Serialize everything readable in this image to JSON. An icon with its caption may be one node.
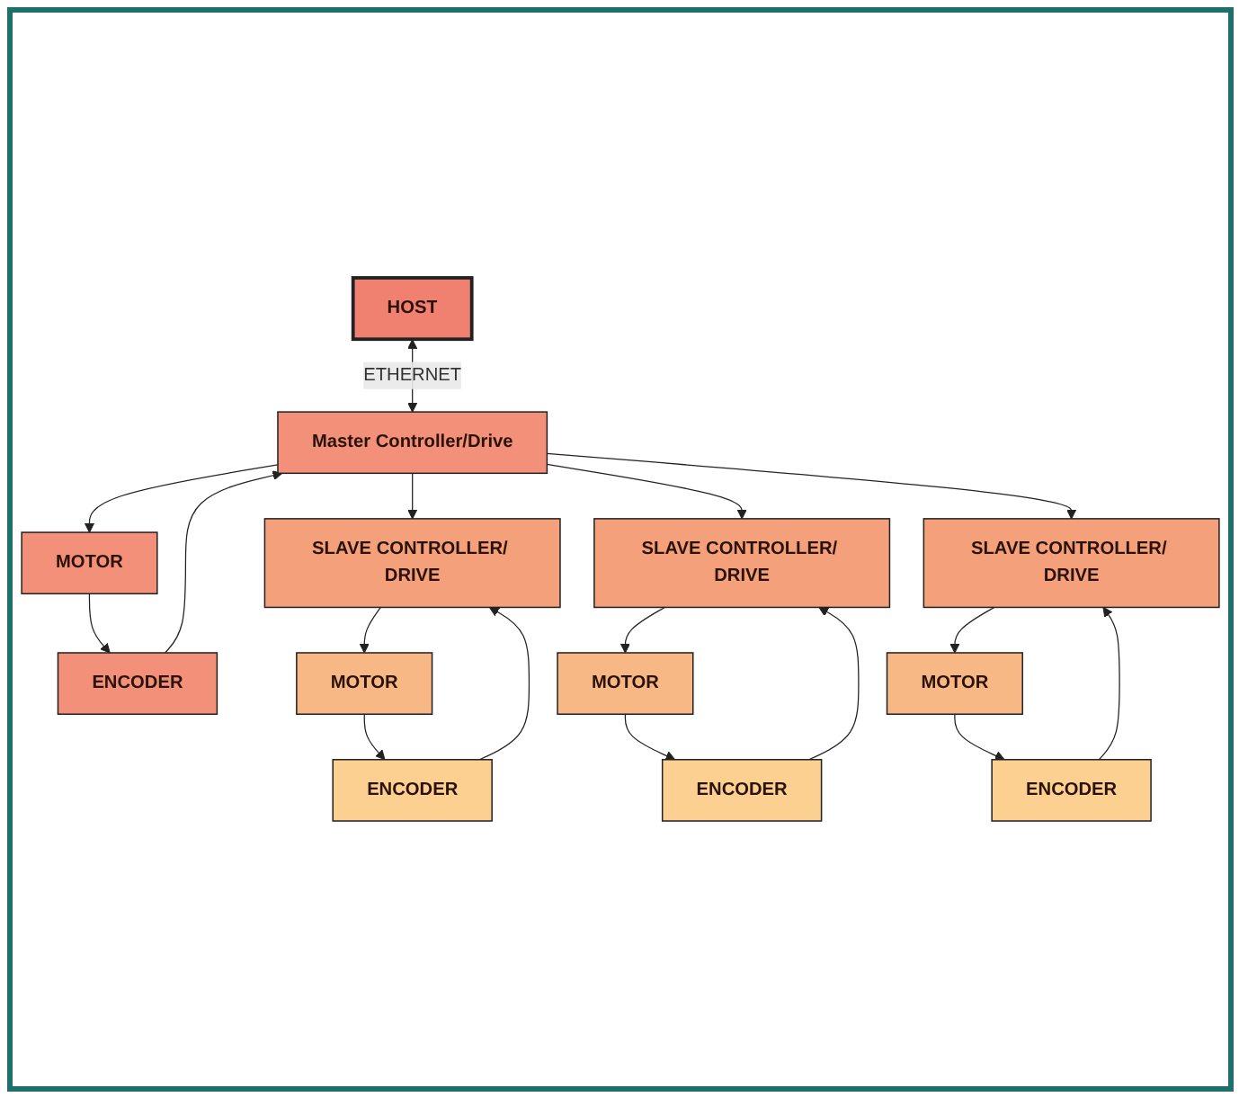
{
  "diagram": {
    "nodes": [
      {
        "text": [
          "HOST"
        ]
      },
      {
        "text": [
          "Master Controller/Drive"
        ]
      },
      {
        "text": [
          "MOTOR"
        ]
      },
      {
        "text": [
          "ENCODER"
        ]
      },
      {
        "text": [
          "SLAVE CONTROLLER/ DRIVE"
        ]
      },
      {
        "text": [
          "SLAVE CONTROLLER/ DRIVE"
        ]
      },
      {
        "text": [
          "SLAVE CONTROLLER/ DRIVE"
        ]
      },
      {
        "text": [
          "MOTOR"
        ]
      },
      {
        "text": [
          "MOTOR"
        ]
      },
      {
        "text": [
          "MOTOR"
        ]
      },
      {
        "text": [
          "ENCODER"
        ]
      },
      {
        "text": [
          "ENCODER"
        ]
      },
      {
        "text": [
          "ENCODER"
        ]
      }
    ],
    "edges": [
      {
        "from": 0,
        "to": 1,
        "arrow": "both",
        "label": "ETHERNET"
      },
      {
        "from": 1,
        "to": 2,
        "arrow": "to"
      },
      {
        "from": 2,
        "to": 3,
        "arrow": "to"
      },
      {
        "from": 3,
        "to": 1,
        "arrow": "to"
      },
      {
        "from": 1,
        "to": 4,
        "arrow": "to"
      },
      {
        "from": 1,
        "to": 5,
        "arrow": "to"
      },
      {
        "from": 1,
        "to": 6,
        "arrow": "to"
      },
      {
        "from": 4,
        "to": 7,
        "arrow": "to"
      },
      {
        "from": 7,
        "to": 10,
        "arrow": "to"
      },
      {
        "from": 10,
        "to": 4,
        "arrow": "to"
      },
      {
        "from": 5,
        "to": 8,
        "arrow": "to"
      },
      {
        "from": 8,
        "to": 11,
        "arrow": "to"
      },
      {
        "from": 11,
        "to": 5,
        "arrow": "to"
      },
      {
        "from": 6,
        "to": 9,
        "arrow": "to"
      },
      {
        "from": 9,
        "to": 12,
        "arrow": "to"
      },
      {
        "from": 12,
        "to": 6,
        "arrow": "to"
      }
    ]
  }
}
